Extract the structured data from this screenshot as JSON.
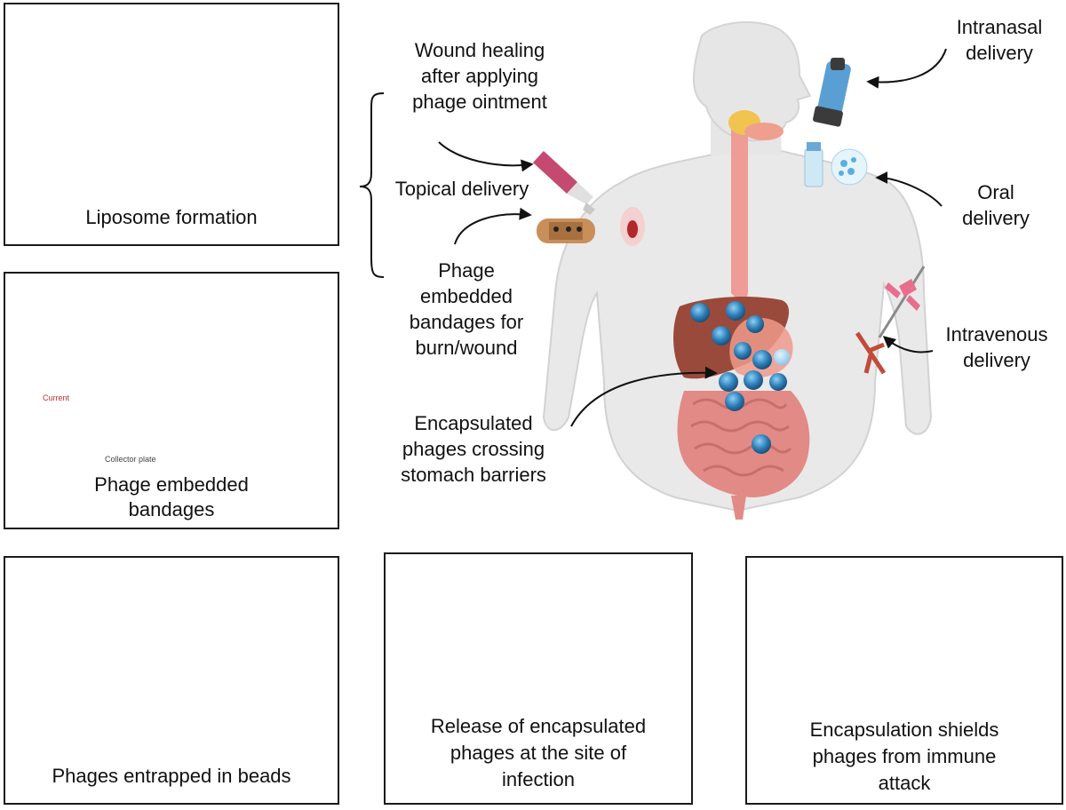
{
  "panels": {
    "liposome": {
      "caption": "Liposome formation"
    },
    "bandages": {
      "caption_line1": "Phage embedded",
      "caption_line2": "bandages",
      "current_label": "Current",
      "collector_label": "Collector plate"
    },
    "beads": {
      "caption": "Phages entrapped in beads"
    },
    "release": {
      "caption_line1": "Release of encapsulated",
      "caption_line2": "phages at the site of",
      "caption_line3": "infection"
    },
    "immune": {
      "caption_line1": "Encapsulation shields",
      "caption_line2": "phages from immune",
      "caption_line3": "attack"
    }
  },
  "labels": {
    "wound_line1": "Wound healing",
    "wound_line2": "after applying",
    "wound_line3": "phage ointment",
    "topical": "Topical delivery",
    "bandage_line1": "Phage",
    "bandage_line2": "embedded",
    "bandage_line3": "bandages for",
    "bandage_line4": "burn/wound",
    "encap_line1": "Encapsulated",
    "encap_line2": "phages crossing",
    "encap_line3": "stomach barriers",
    "intranasal_line1": "Intranasal",
    "intranasal_line2": "delivery",
    "oral_line1": "Oral",
    "oral_line2": "delivery",
    "iv_line1": "Intravenous",
    "iv_line2": "delivery"
  },
  "colors": {
    "phage_blue": "#2d7fb8",
    "intestine": "#e28a86",
    "liver": "#9a4a3a",
    "skin": "#e4e4e4",
    "liposome_gold": "#e9a82a",
    "bandage_tan": "#c98f5a",
    "cell_purple": "#a8a6e0"
  }
}
